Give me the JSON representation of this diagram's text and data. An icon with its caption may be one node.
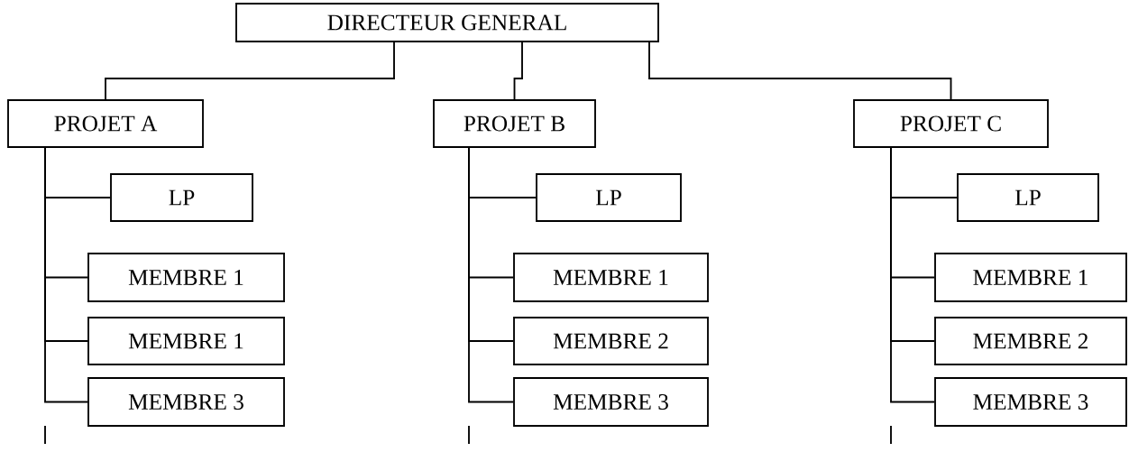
{
  "diagram": {
    "nodes": [
      {
        "text": [
          "DIRECTEUR GENERAL"
        ]
      },
      {
        "text": [
          "PROJET A"
        ]
      },
      {
        "text": [
          "LP"
        ]
      },
      {
        "text": [
          "MEMBRE 1"
        ]
      },
      {
        "text": [
          "MEMBRE 1"
        ]
      },
      {
        "text": [
          "MEMBRE 3"
        ]
      },
      {
        "text": [
          "PROJET B"
        ]
      },
      {
        "text": [
          "LP"
        ]
      },
      {
        "text": [
          "MEMBRE 1"
        ]
      },
      {
        "text": [
          "MEMBRE 2"
        ]
      },
      {
        "text": [
          "MEMBRE 3"
        ]
      },
      {
        "text": [
          "PROJET C"
        ]
      },
      {
        "text": [
          "LP"
        ]
      },
      {
        "text": [
          "MEMBRE 1"
        ]
      },
      {
        "text": [
          "MEMBRE 2"
        ]
      },
      {
        "text": [
          "MEMBRE 3"
        ]
      }
    ],
    "edges": [
      {
        "from": 0,
        "to": 1,
        "arrow": "none"
      },
      {
        "from": 0,
        "to": 6,
        "arrow": "none"
      },
      {
        "from": 0,
        "to": 11,
        "arrow": "none"
      },
      {
        "from": 1,
        "to": 2,
        "arrow": "none"
      },
      {
        "from": 1,
        "to": 3,
        "arrow": "none"
      },
      {
        "from": 1,
        "to": 4,
        "arrow": "none"
      },
      {
        "from": 1,
        "to": 5,
        "arrow": "none"
      },
      {
        "from": 6,
        "to": 7,
        "arrow": "none"
      },
      {
        "from": 6,
        "to": 8,
        "arrow": "none"
      },
      {
        "from": 6,
        "to": 9,
        "arrow": "none"
      },
      {
        "from": 6,
        "to": 10,
        "arrow": "none"
      },
      {
        "from": 11,
        "to": 12,
        "arrow": "none"
      },
      {
        "from": 11,
        "to": 13,
        "arrow": "none"
      },
      {
        "from": 11,
        "to": 14,
        "arrow": "none"
      },
      {
        "from": 11,
        "to": 15,
        "arrow": "none"
      }
    ]
  }
}
